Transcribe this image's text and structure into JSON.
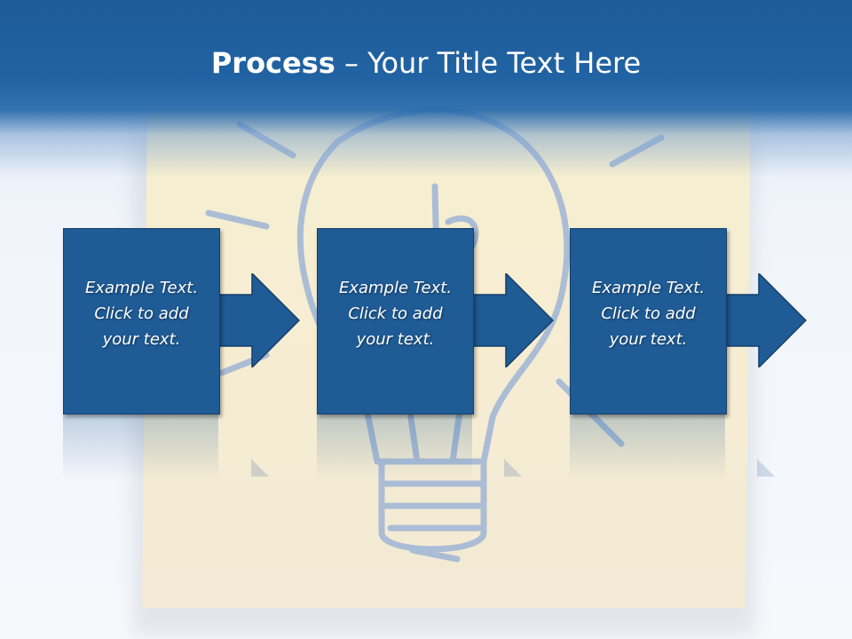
{
  "title": {
    "bold": "Process",
    "rest": " – Your Title Text Here"
  },
  "steps": [
    {
      "line1": "Example Text.",
      "line2": "Click  to add",
      "line3": "your text."
    },
    {
      "line1": "Example Text.",
      "line2": "Click  to add",
      "line3": "your text."
    },
    {
      "line1": "Example Text.",
      "line2": "Click  to add",
      "line3": "your text."
    }
  ],
  "colors": {
    "header": "#2163a3",
    "box": "#1f5b95",
    "note": "#f5ecd3",
    "sketch": "#9fb5d6"
  },
  "icons": {
    "background": "lightbulb-sketch",
    "connector": "right-arrow"
  }
}
